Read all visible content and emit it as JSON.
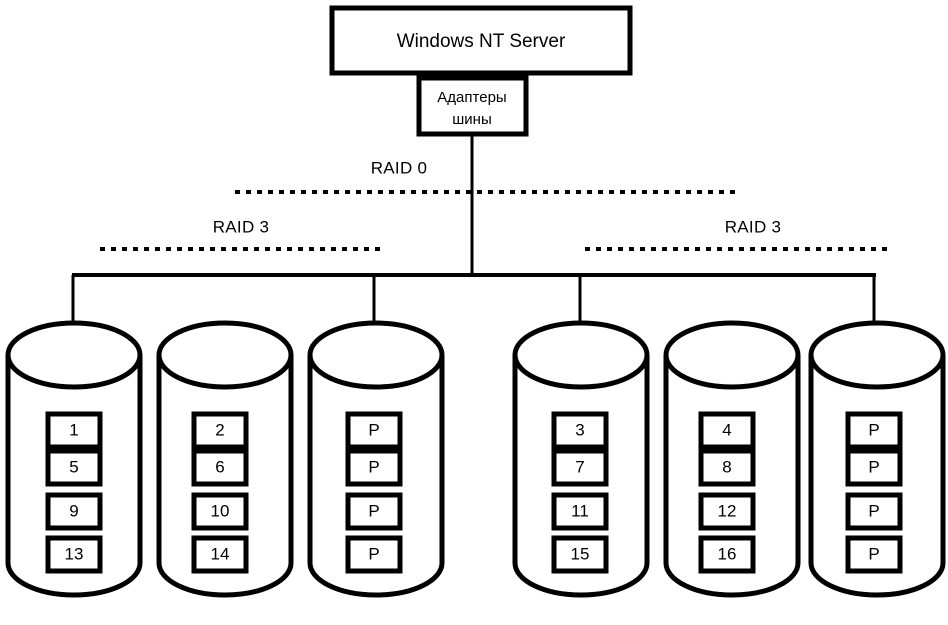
{
  "diagram": {
    "title_box": {
      "label": "Windows NT Server"
    },
    "adapter_box": {
      "line1": "Адаптеры",
      "line2": "шины"
    },
    "level_labels": {
      "raid0": "RAID 0",
      "raid3_left": "RAID 3",
      "raid3_right": "RAID 3"
    },
    "colors": {
      "stroke": "#000000",
      "fill": "#ffffff"
    },
    "groups": [
      {
        "name": "left-array",
        "level": "RAID 3",
        "disks": [
          {
            "name": "disk-1",
            "connected": true,
            "blocks": [
              "1",
              "5",
              "9",
              "13"
            ]
          },
          {
            "name": "disk-2",
            "connected": false,
            "blocks": [
              "2",
              "6",
              "10",
              "14"
            ]
          },
          {
            "name": "disk-3",
            "connected": true,
            "blocks": [
              "P",
              "P",
              "P",
              "P"
            ]
          }
        ]
      },
      {
        "name": "right-array",
        "level": "RAID 3",
        "disks": [
          {
            "name": "disk-4",
            "connected": true,
            "blocks": [
              "3",
              "7",
              "11",
              "15"
            ]
          },
          {
            "name": "disk-5",
            "connected": false,
            "blocks": [
              "4",
              "8",
              "12",
              "16"
            ]
          },
          {
            "name": "disk-6",
            "connected": true,
            "blocks": [
              "P",
              "P",
              "P",
              "P"
            ]
          }
        ]
      }
    ]
  }
}
